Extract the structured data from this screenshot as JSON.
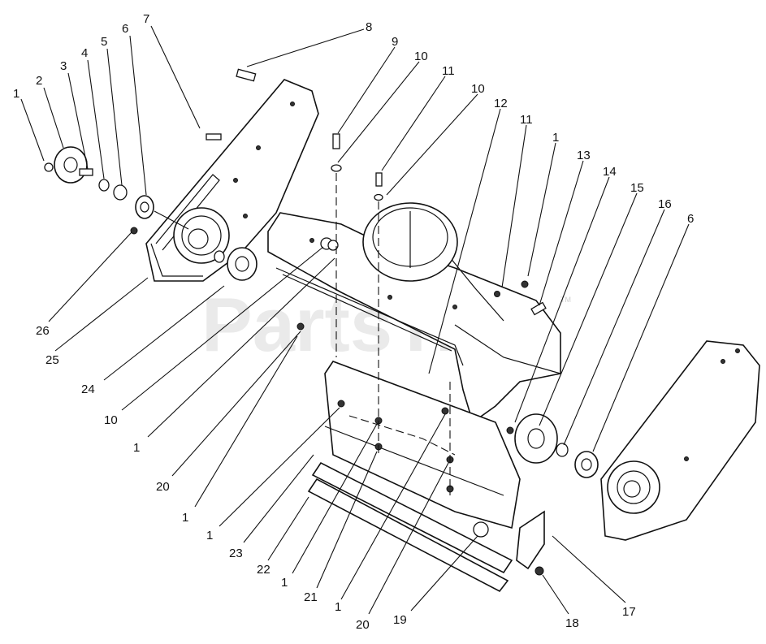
{
  "watermark": {
    "text": "PartsTree",
    "trademark": "TM"
  },
  "callouts": [
    {
      "id": "c1a",
      "label": "1"
    },
    {
      "id": "c2",
      "label": "2"
    },
    {
      "id": "c3",
      "label": "3"
    },
    {
      "id": "c4",
      "label": "4"
    },
    {
      "id": "c5",
      "label": "5"
    },
    {
      "id": "c6a",
      "label": "6"
    },
    {
      "id": "c7",
      "label": "7"
    },
    {
      "id": "c8",
      "label": "8"
    },
    {
      "id": "c9",
      "label": "9"
    },
    {
      "id": "c10a",
      "label": "10"
    },
    {
      "id": "c11a",
      "label": "11"
    },
    {
      "id": "c10b",
      "label": "10"
    },
    {
      "id": "c12",
      "label": "12"
    },
    {
      "id": "c11b",
      "label": "11"
    },
    {
      "id": "c1b",
      "label": "1"
    },
    {
      "id": "c13",
      "label": "13"
    },
    {
      "id": "c14",
      "label": "14"
    },
    {
      "id": "c15",
      "label": "15"
    },
    {
      "id": "c16",
      "label": "16"
    },
    {
      "id": "c6b",
      "label": "6"
    },
    {
      "id": "c26",
      "label": "26"
    },
    {
      "id": "c25",
      "label": "25"
    },
    {
      "id": "c24",
      "label": "24"
    },
    {
      "id": "c10c",
      "label": "10"
    },
    {
      "id": "c1c",
      "label": "1"
    },
    {
      "id": "c20a",
      "label": "20"
    },
    {
      "id": "c1d",
      "label": "1"
    },
    {
      "id": "c1e",
      "label": "1"
    },
    {
      "id": "c23",
      "label": "23"
    },
    {
      "id": "c22",
      "label": "22"
    },
    {
      "id": "c1f",
      "label": "1"
    },
    {
      "id": "c21",
      "label": "21"
    },
    {
      "id": "c1g",
      "label": "1"
    },
    {
      "id": "c20b",
      "label": "20"
    },
    {
      "id": "c19",
      "label": "19"
    },
    {
      "id": "c18",
      "label": "18"
    },
    {
      "id": "c17",
      "label": "17"
    }
  ]
}
